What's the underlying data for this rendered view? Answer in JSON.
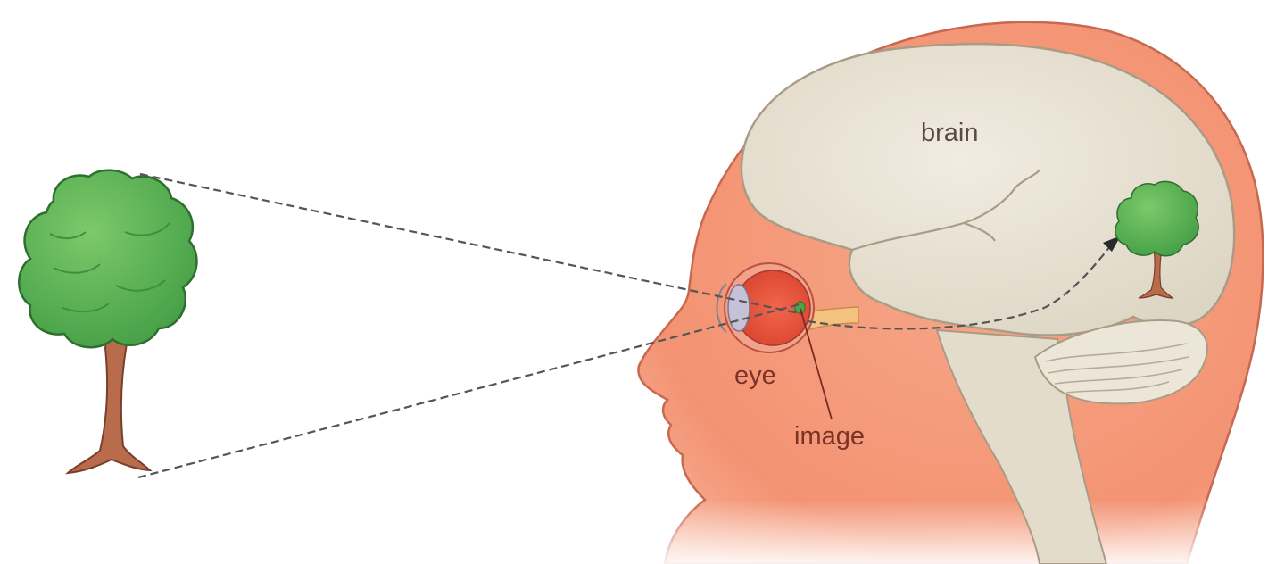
{
  "labels": {
    "brain": "brain",
    "eye": "eye",
    "image": "image"
  },
  "colors": {
    "head_skin": "#f39a78",
    "head_outline": "#c96a52",
    "brain": "#e8e2d4",
    "brain_outline": "#b7ab97",
    "eyeball_outer": "#e85c45",
    "eyeball_inner": "#e94b3a",
    "lens": "#c6c1d6",
    "optic_nerve": "#f5c88a",
    "tree_foliage": "#5fb357",
    "tree_foliage_dark": "#3f8f3d",
    "tree_trunk": "#b86b4a",
    "light_ray": "#555555"
  }
}
